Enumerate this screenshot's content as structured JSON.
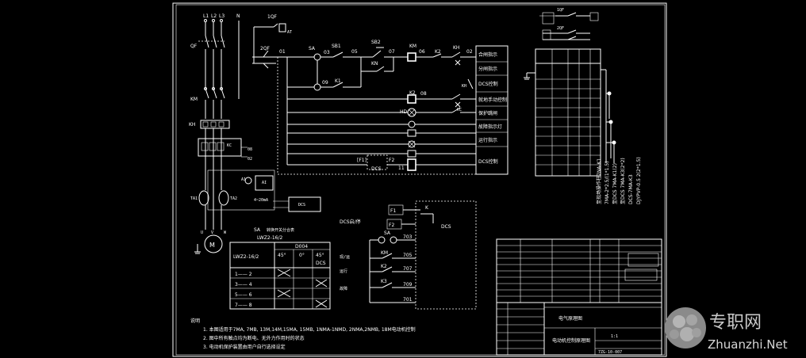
{
  "diagram": {
    "labels": {
      "l1": "L1",
      "l2": "L2",
      "l3": "L3",
      "n": "N",
      "qf": "QF",
      "km_main": "KM",
      "kh_main": "KH",
      "f1": "1QF",
      "f2": "2QF",
      "sa": "SA",
      "sb1": "SB1",
      "sb2": "SB2",
      "km_coil": "KM",
      "kn": "KN",
      "k1": "K1",
      "k2a": "K2",
      "k2b": "K2",
      "k3": "K3",
      "kh_coil": "KH",
      "kh_small": "KH",
      "kc": "KC",
      "hd": "HD",
      "n01": "01",
      "n02": "02",
      "n03": "03",
      "n05": "05",
      "n06": "06",
      "n07": "07",
      "n08": "08",
      "n09": "09",
      "n11": "11",
      "n02b": "02",
      "n08b": "08",
      "fs1": "[F1]",
      "fs2": "F2",
      "dcs": "DCS",
      "dcs_label": "DCS",
      "dcs_box_left": "DCS启/停",
      "f1b": "F1",
      "f2b": "F2",
      "k_box": "K",
      "sa2": "SA",
      "n703": "703",
      "n705": "705",
      "n707": "707",
      "n709": "709",
      "n701": "701",
      "km2": "KM",
      "k2c": "K2",
      "k3c": "K3",
      "motor": "M",
      "ta1": "TA1",
      "ta2": "TA2",
      "a1": "A1",
      "ai": "AI",
      "dcs_small": "DCS",
      "ma": "4~20mA",
      "u": "U",
      "v": "V",
      "w": "W"
    },
    "legend_right": [
      "合闸指示",
      "分闸指示",
      "DCS控制",
      "就地手动控制",
      "保护跳闸",
      "故障指示灯",
      "运行指示",
      "DCS控制"
    ],
    "sa_table": {
      "title": "SA",
      "model": "LWZ2-16/2",
      "subheader": "D004",
      "cols": [
        "45°",
        "0°",
        "45°"
      ],
      "col_sub": [
        "",
        "",
        "DCS"
      ],
      "rows": [
        "1—— 2",
        "3—— 4",
        "5—— 6",
        "7—— 8"
      ]
    },
    "notes": {
      "title": "说明",
      "lines": [
        "1. 本图适用于7MA, 7MB, 13M,14M,15MA, 15MB, 1NMA-1NMD, 2NMA,2NMB, 18M电动机控制",
        "2. 图中所有触点均为断电、无外力作用时的状态",
        "3. 电动机保护装置由用户自行选择设定"
      ]
    },
    "title_block": {
      "project": "电气原理图",
      "drawing": "电动机控制原理图",
      "number": "7ZG-10-007",
      "scale": "1:1"
    },
    "vertical_labels": [
      "至现场操作柱7NA-K1",
      "7MA-2*2.5/(1*1.5)",
      "至DCS 7MA-K1(2)",
      "至DCS 7MA-K3(2*2)",
      "DCS-7MA-K3",
      "DJYPVP-0.5 2(2*1.5)"
    ]
  },
  "watermark": {
    "cn": "专职网",
    "en": "Zhuanzhi.Net"
  }
}
